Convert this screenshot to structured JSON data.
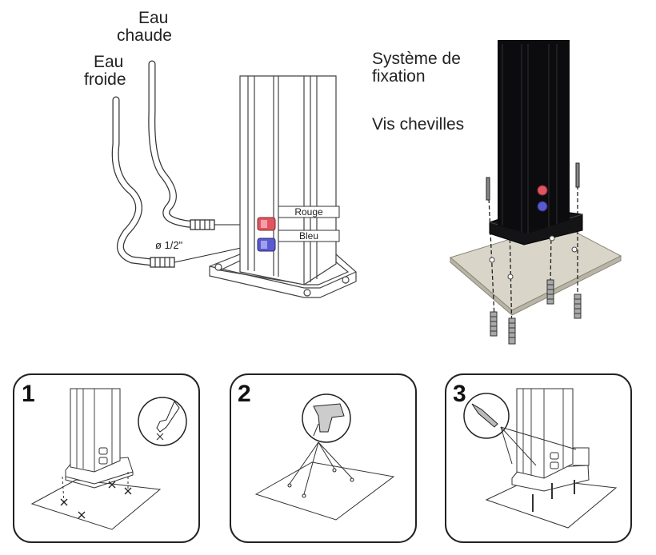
{
  "hoses": {
    "hot_label_line1": "Eau",
    "hot_label_line2": "chaude",
    "cold_label_line1": "Eau",
    "cold_label_line2": "froide",
    "diameter_label": "ø 1/2\"",
    "red_tag": "Rouge",
    "blue_tag": "Bleu"
  },
  "fixing": {
    "system_line1": "Système de",
    "system_line2": "fixation",
    "screws_label": "Vis chevilles"
  },
  "steps": [
    {
      "number": "1"
    },
    {
      "number": "2"
    },
    {
      "number": "3"
    }
  ],
  "colors": {
    "hot_valve": "#e05560",
    "cold_valve": "#5a5ad0",
    "column_dark": "#0c0c0f",
    "slab": "#d9d5c8"
  }
}
